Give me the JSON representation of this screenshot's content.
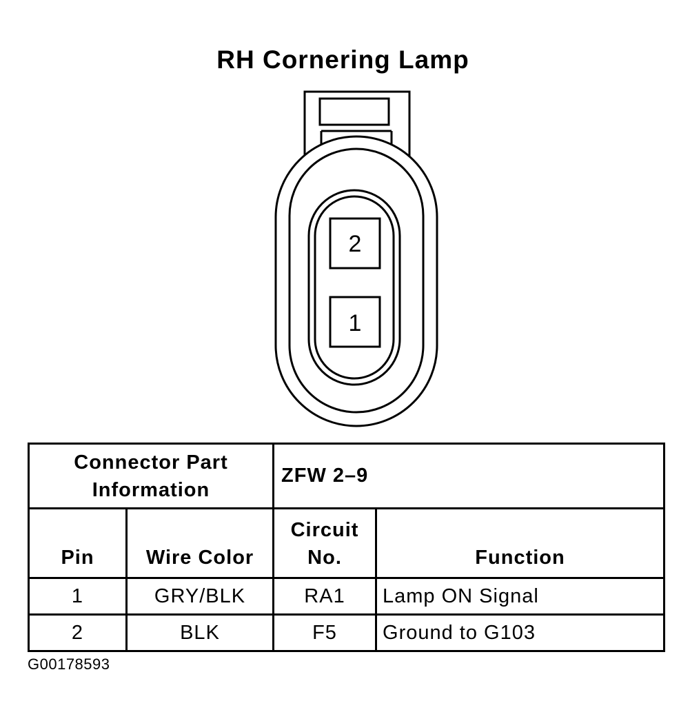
{
  "title": "RH Cornering Lamp",
  "connector": {
    "pins": [
      {
        "label": "2"
      },
      {
        "label": "1"
      }
    ]
  },
  "table": {
    "info_label_line1": "Connector Part",
    "info_label_line2": "Information",
    "info_value": "ZFW 2–9",
    "headers": {
      "pin": "Pin",
      "wire_color": "Wire Color",
      "circuit_line1": "Circuit",
      "circuit_line2": "No.",
      "function": "Function"
    },
    "rows": [
      {
        "pin": "1",
        "wire_color": "GRY/BLK",
        "circuit": "RA1",
        "function": "Lamp ON Signal"
      },
      {
        "pin": "2",
        "wire_color": "BLK",
        "circuit": "F5",
        "function": "Ground to G103"
      }
    ]
  },
  "caption": "G00178593"
}
